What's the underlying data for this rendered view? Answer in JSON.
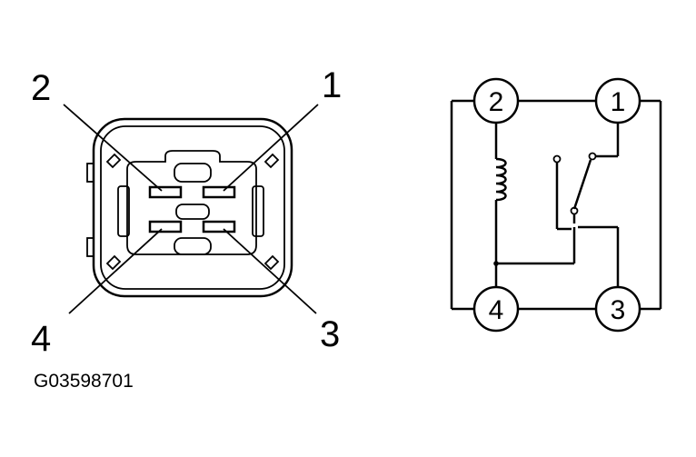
{
  "figure_id": "G03598701",
  "connector": {
    "callouts": [
      "2",
      "1",
      "4",
      "3"
    ]
  },
  "schematic": {
    "pins": [
      "2",
      "1",
      "4",
      "3"
    ]
  }
}
